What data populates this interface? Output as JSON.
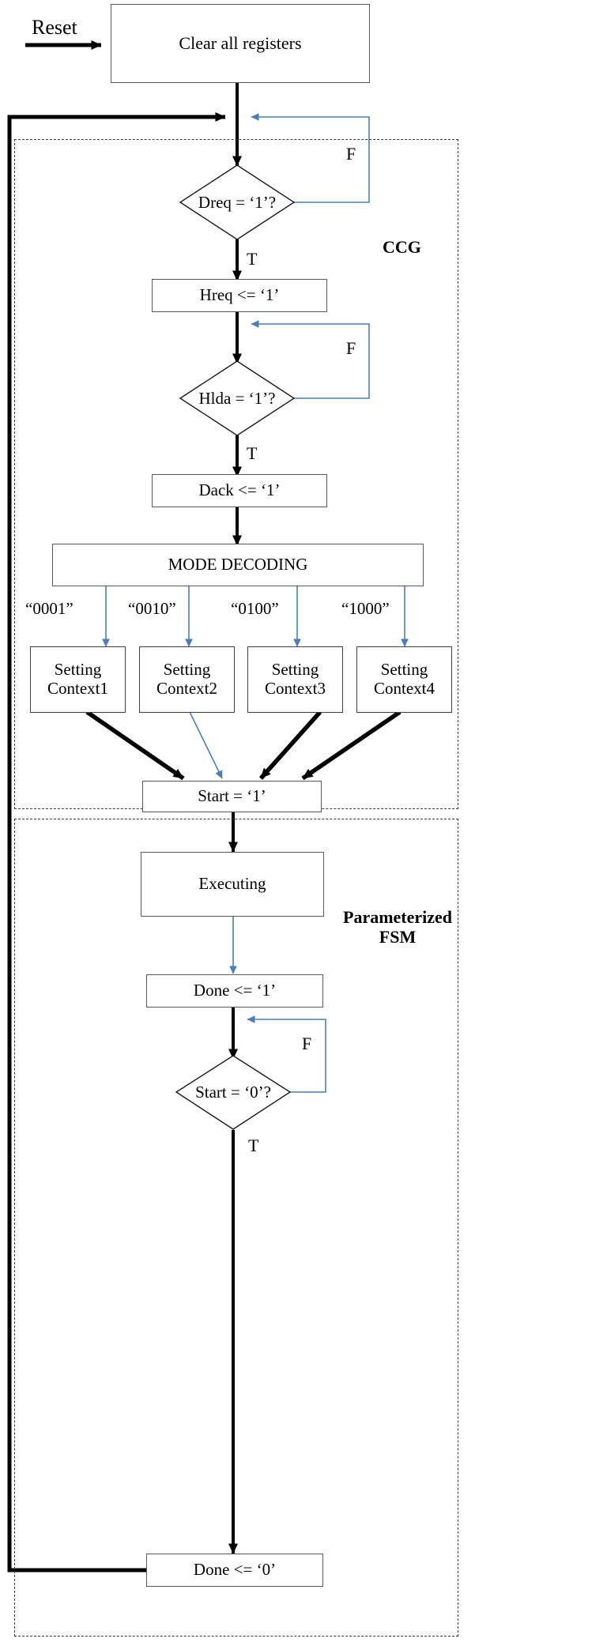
{
  "diagram": {
    "title": "CCG and Parameterized FSM control flowchart",
    "colors": {
      "black": "#000000",
      "blue_arrow": "#4a7ebb",
      "box_border": "#595959",
      "dashed_border": "#3a3a3a",
      "background": "#ffffff"
    },
    "entry_label": "Reset",
    "groups": [
      {
        "id": "ccg",
        "label": "CCG"
      },
      {
        "id": "fsm",
        "label": "Parameterized\nFSM"
      }
    ],
    "nodes": [
      {
        "id": "clear",
        "type": "process",
        "text": "Clear all registers"
      },
      {
        "id": "dreq",
        "type": "decision",
        "text": "Dreq = ‘1’?"
      },
      {
        "id": "hreq",
        "type": "process",
        "text": "Hreq <= ‘1’"
      },
      {
        "id": "hlda",
        "type": "decision",
        "text": "Hlda = ‘1’?"
      },
      {
        "id": "dack",
        "type": "process",
        "text": "Dack <= ‘1’"
      },
      {
        "id": "mode",
        "type": "process",
        "text": "MODE DECODING"
      },
      {
        "id": "ctx1",
        "type": "process",
        "text": "Setting\nContext1"
      },
      {
        "id": "ctx2",
        "type": "process",
        "text": "Setting\nContext2"
      },
      {
        "id": "ctx3",
        "type": "process",
        "text": "Setting\nContext3"
      },
      {
        "id": "ctx4",
        "type": "process",
        "text": "Setting\nContext4"
      },
      {
        "id": "start1",
        "type": "process",
        "text": "Start = ‘1’"
      },
      {
        "id": "executing",
        "type": "process",
        "text": "Executing"
      },
      {
        "id": "done1",
        "type": "process",
        "text": "Done <= ‘1’"
      },
      {
        "id": "start0",
        "type": "decision",
        "text": "Start = ‘0’?"
      },
      {
        "id": "done0",
        "type": "process",
        "text": "Done <= ‘0’"
      }
    ],
    "edge_labels": {
      "dreq_false": "F",
      "dreq_true": "T",
      "hlda_false": "F",
      "hlda_true": "T",
      "start0_false": "F",
      "start0_true": "T"
    },
    "mode_outputs": [
      {
        "code": "“0001”",
        "target": "ctx1"
      },
      {
        "code": "“0010”",
        "target": "ctx2"
      },
      {
        "code": "“0100”",
        "target": "ctx3"
      },
      {
        "code": "“1000”",
        "target": "ctx4"
      }
    ]
  }
}
